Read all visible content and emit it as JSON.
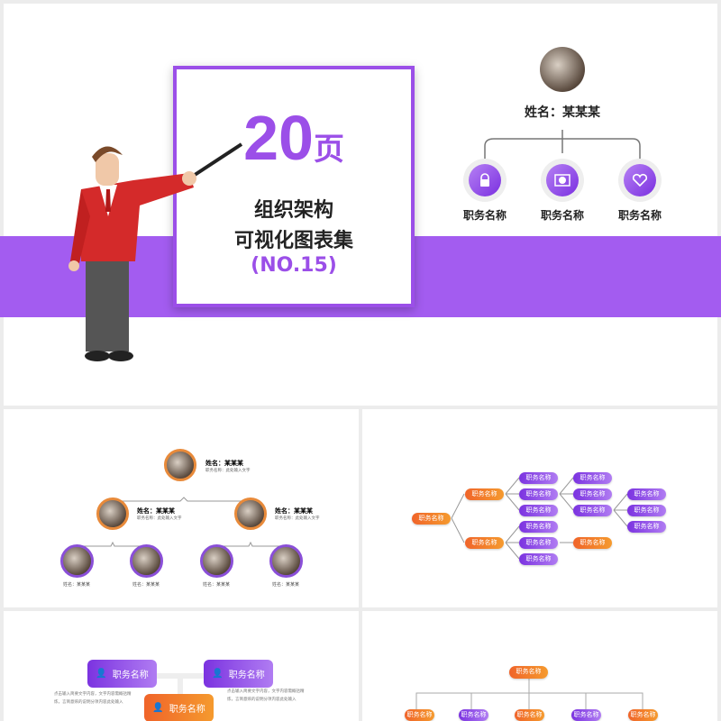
{
  "hero": {
    "number": "20",
    "unit": "页",
    "line1": "组织架构",
    "line2": "可视化图表集",
    "line3": "(NO.15)"
  },
  "colors": {
    "purple": "#a35cf0",
    "orange": "#f0642a"
  },
  "top_org": {
    "name": "姓名：某某某",
    "icons": [
      "lock-icon",
      "money-icon",
      "heart-icon"
    ],
    "roles": [
      "职务名称",
      "职务名称",
      "职务名称"
    ]
  },
  "photo_org": {
    "top": {
      "name": "姓名：某某某",
      "role": "职务名称：此处输入文字"
    },
    "mid": [
      {
        "name": "姓名：某某某",
        "role": "职务名称：此处输入文字"
      },
      {
        "name": "姓名：某某某",
        "role": "职务名称：此处输入文字"
      }
    ],
    "bottom": [
      "姓名：某某某",
      "姓名：某某某",
      "姓名：某某某",
      "姓名：某某某"
    ]
  },
  "tree_org": {
    "nodes": [
      "职务名称",
      "职务名称",
      "职务名称",
      "职务名称",
      "职务名称",
      "职务名称",
      "职务名称",
      "职务名称",
      "职务名称",
      "职务名称",
      "职务名称",
      "职务名称",
      "职务名称",
      "职务名称",
      "职务名称",
      "职务名称"
    ]
  },
  "box_org": {
    "boxes": [
      "职务名称",
      "职务名称",
      "职务名称"
    ],
    "desc": [
      "点击输入简要文字内容，文字内容需概括精炼，言简意赅的说明分项内容此处输入",
      "点击输入简要文字内容，文字内容需概括精炼，言简意赅的说明分项内容此处输入"
    ]
  },
  "flat_org": {
    "top": "职务名称",
    "children": [
      "职务名称",
      "职务名称",
      "职务名称",
      "职务名称",
      "职务名称"
    ]
  }
}
